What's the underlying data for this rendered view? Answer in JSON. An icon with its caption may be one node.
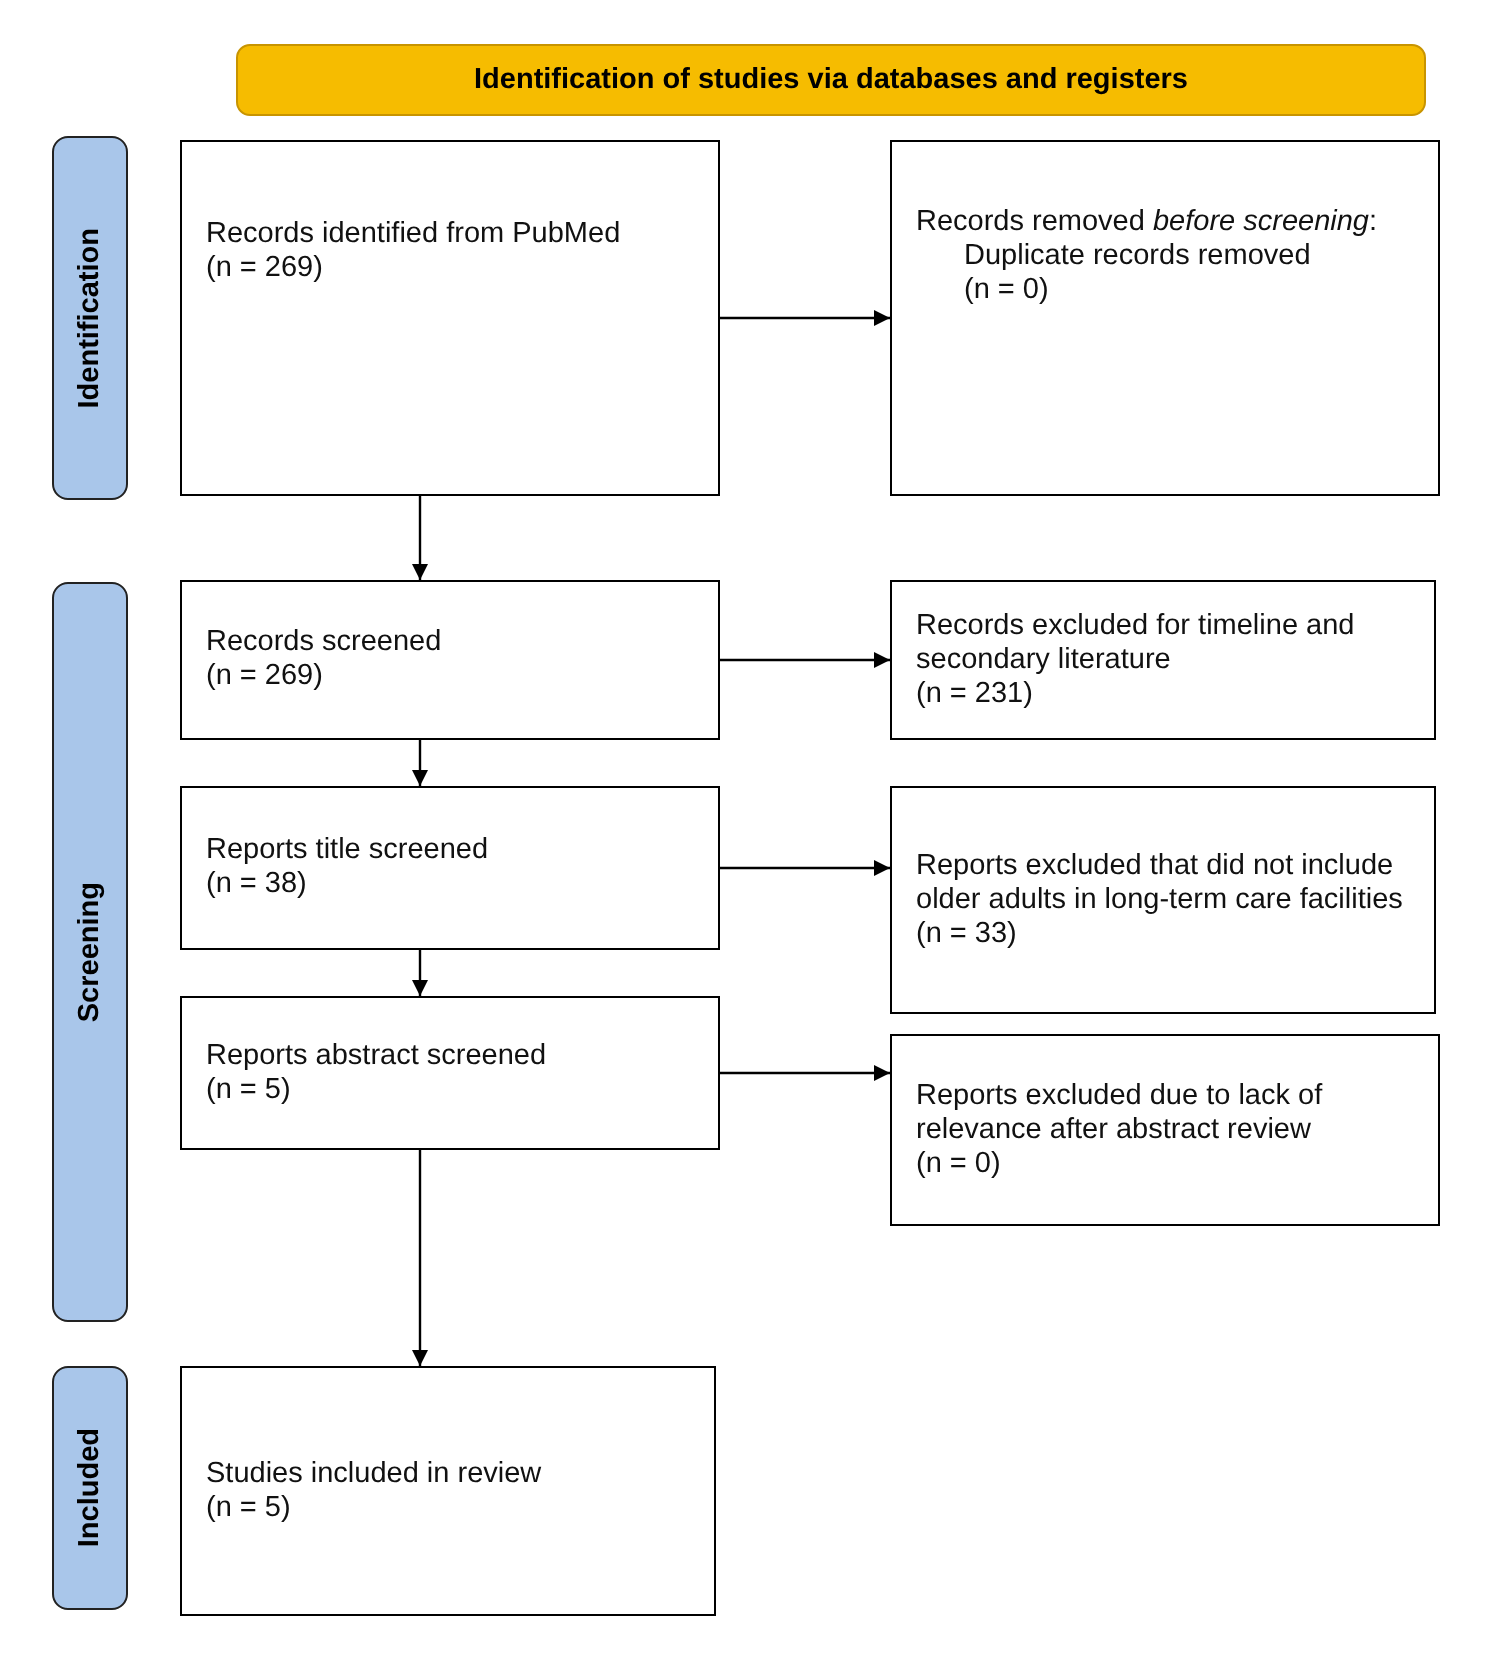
{
  "diagram": {
    "nodes": [
      {
        "text": [
          "Identification of studies via databases and registers"
        ]
      },
      {
        "text": [
          "Identification"
        ]
      },
      {
        "text": [
          "Records identified from PubMed",
          "(n = 269)"
        ]
      },
      {
        "text": [
          "Records removed *before screening*:",
          "Duplicate records removed",
          "(n = 0)"
        ]
      },
      {
        "text": [
          "Screening"
        ]
      },
      {
        "text": [
          "Records screened",
          "(n = 269)"
        ]
      },
      {
        "text": [
          "Records excluded for timeline and secondary literature",
          "(n = 231)"
        ]
      },
      {
        "text": [
          "Reports title screened",
          "(n = 38)"
        ]
      },
      {
        "text": [
          "Reports excluded that did not include older adults in long-term care facilities",
          "(n = 33)"
        ]
      },
      {
        "text": [
          "Reports abstract screened",
          "(n = 5)"
        ]
      },
      {
        "text": [
          "Reports excluded due to lack of relevance after abstract review",
          "(n = 0)"
        ]
      },
      {
        "text": [
          "Included"
        ]
      },
      {
        "text": [
          "Studies included in review",
          "(n = 5)"
        ]
      }
    ],
    "edges": [
      {
        "from": 2,
        "to": 3,
        "arrow": "to"
      },
      {
        "from": 2,
        "to": 5,
        "arrow": "to"
      },
      {
        "from": 5,
        "to": 6,
        "arrow": "to"
      },
      {
        "from": 5,
        "to": 7,
        "arrow": "to"
      },
      {
        "from": 7,
        "to": 8,
        "arrow": "to"
      },
      {
        "from": 7,
        "to": 9,
        "arrow": "to"
      },
      {
        "from": 9,
        "to": 10,
        "arrow": "to"
      },
      {
        "from": 9,
        "to": 12,
        "arrow": "to"
      }
    ]
  }
}
